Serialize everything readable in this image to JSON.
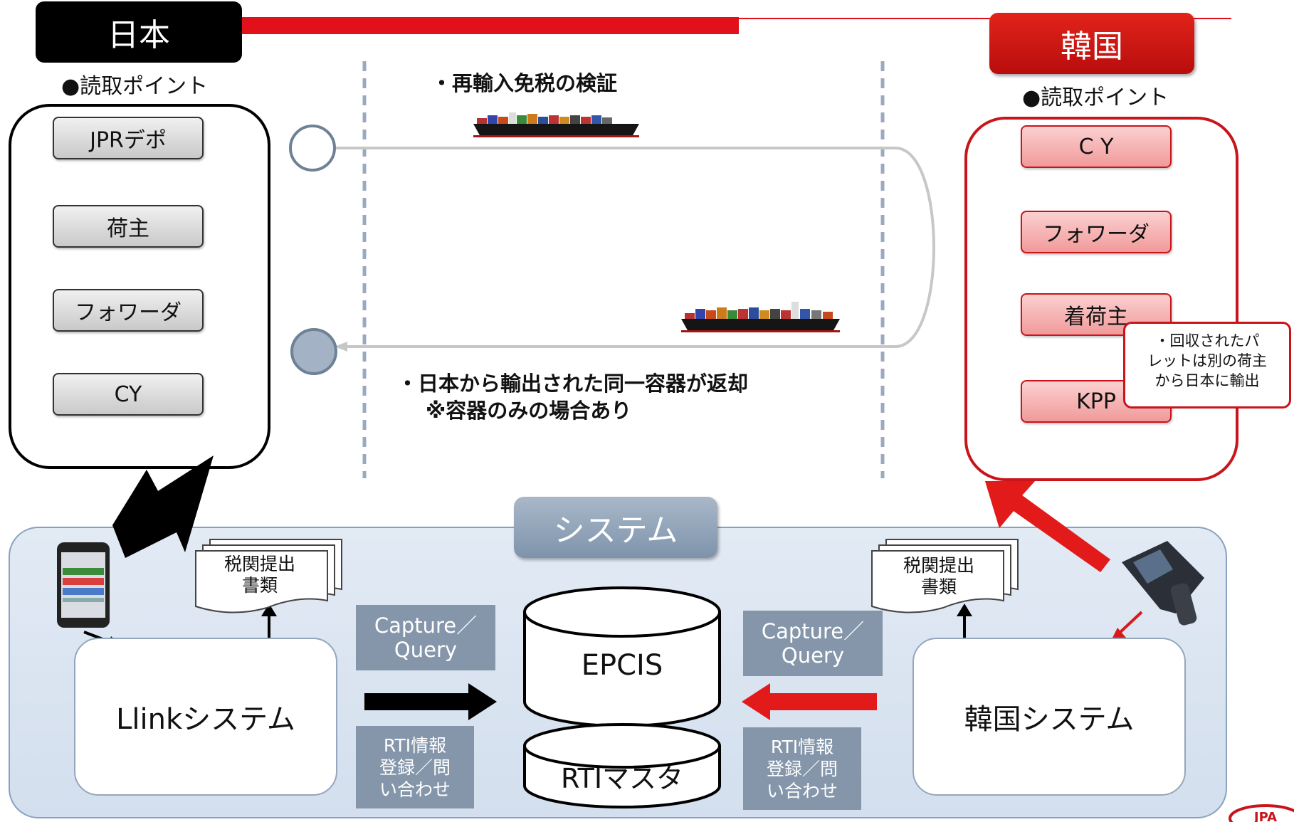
{
  "japan": {
    "label": "日本",
    "read_points_label": "●読取ポイント",
    "steps": [
      "JPRデポ",
      "荷主",
      "フォワーダ",
      "CY"
    ]
  },
  "korea": {
    "label": "韓国",
    "read_points_label": "●読取ポイント",
    "steps": [
      "C Y",
      "フォワーダ",
      "着荷主",
      "KPP"
    ],
    "callout_lines": [
      "・回収されたパ",
      "レットは別の荷主",
      "から日本に輸出"
    ]
  },
  "route": {
    "outbound_note": "・再輸入免税の検証",
    "return_note_lines": [
      "・日本から輸出された同一容器が返却",
      "※容器のみの場合あり"
    ]
  },
  "system": {
    "title": "システム",
    "left_system": "Llinkシステム",
    "right_system": "韓国システム",
    "epcis": "EPCIS",
    "rti_master": "RTIマスタ",
    "customs_docs_lines": [
      "税関提出",
      "書類"
    ],
    "capture_query_lines": [
      "Capture／",
      "Query"
    ],
    "rti_info_lines": [
      "RTI情報",
      "登録／問",
      "い合わせ"
    ]
  },
  "logo_text": "JPA",
  "colors": {
    "japan": "#000000",
    "korea": "#c8141a",
    "system_bg": "#dce6f2",
    "label_gray": "#8596ab"
  }
}
